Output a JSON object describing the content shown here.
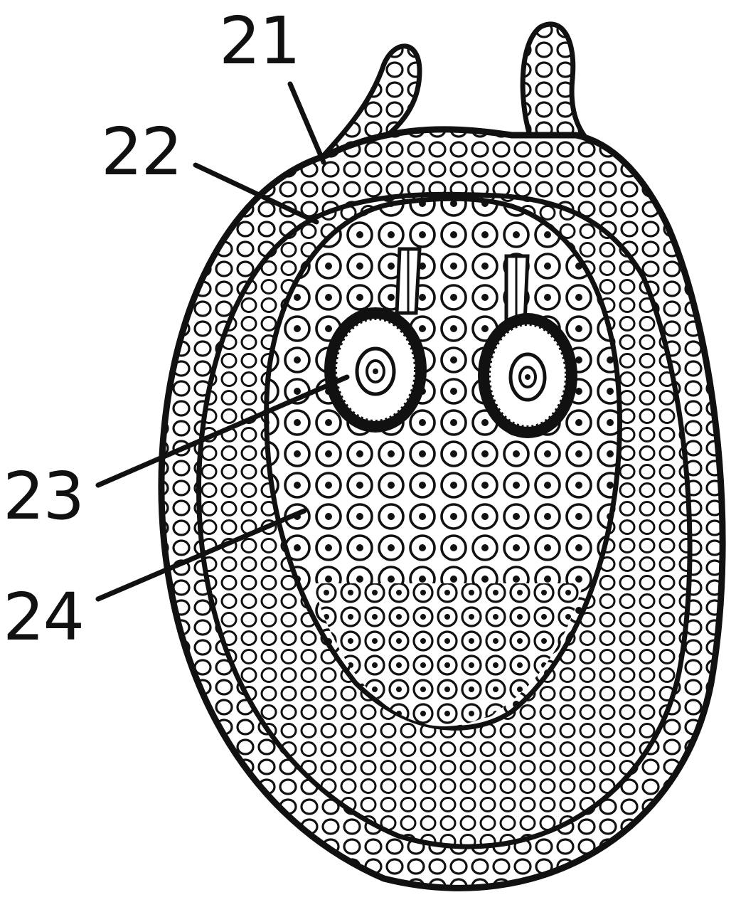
{
  "labels": {
    "l21": "21",
    "l22": "22",
    "l23": "23",
    "l24": "24"
  },
  "colors": {
    "ink": "#111111",
    "background": "#ffffff"
  }
}
